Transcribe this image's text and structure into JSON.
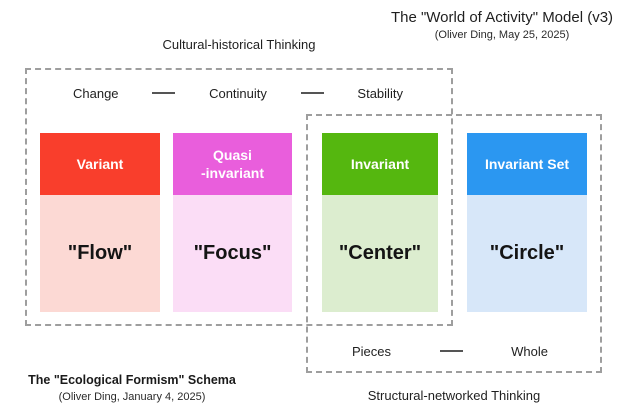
{
  "title": {
    "line1": "The \"World of Activity\" Model (v3)",
    "line2": "(Oliver Ding, May 25, 2025)"
  },
  "cultural_region": {
    "label": "Cultural-historical Thinking",
    "axis": [
      "Change",
      "Continuity",
      "Stability"
    ]
  },
  "structural_region": {
    "label": "Structural-networked Thinking",
    "axis": [
      "Pieces",
      "Whole"
    ]
  },
  "boxes": [
    {
      "header": "Variant",
      "body": "\"Flow\"",
      "header_color": "#F93E2C",
      "body_color": "#FCD9D4"
    },
    {
      "header_line1": "Quasi",
      "header_line2": "-invariant",
      "body": "\"Focus\"",
      "header_color": "#E95EDC",
      "body_color": "#FBDDF6"
    },
    {
      "header": "Invariant",
      "body": "\"Center\"",
      "header_color": "#55B70F",
      "body_color": "#DCEDCF"
    },
    {
      "header": "Invariant Set",
      "body": "\"Circle\"",
      "header_color": "#2B97F1",
      "body_color": "#D7E7F9"
    }
  ],
  "footer": {
    "line1": "The \"Ecological Formism\" Schema",
    "line2": "(Oliver Ding, January 4, 2025)"
  },
  "colors": {
    "dashed_border": "#9E9E9E",
    "separator": "#555555"
  }
}
